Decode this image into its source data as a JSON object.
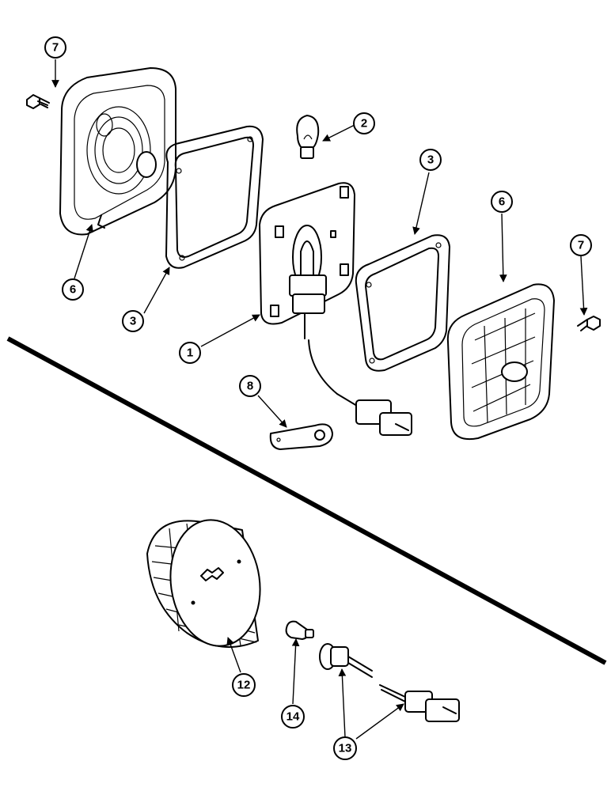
{
  "callouts": {
    "c1": "1",
    "c2": "2",
    "c3a": "3",
    "c3b": "3",
    "c6a": "6",
    "c6b": "6",
    "c7a": "7",
    "c7b": "7",
    "c8": "8",
    "c12": "12",
    "c13": "13",
    "c14": "14"
  },
  "colors": {
    "ink": "#000000",
    "paper": "#ffffff"
  }
}
